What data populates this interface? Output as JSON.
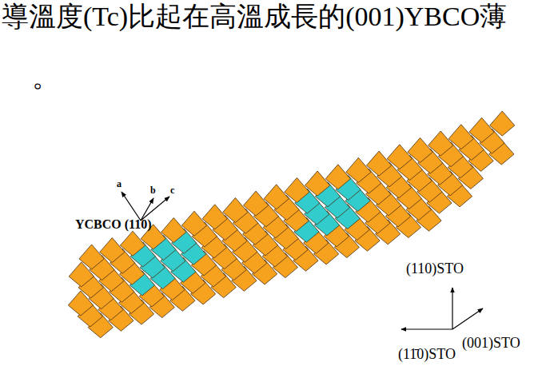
{
  "diagram": {
    "labels": [
      "導溫度(Tc)比起在高溫成長的(001)YBCO薄",
      "。",
      "a",
      "b",
      "c",
      "YCBCO (110)",
      "(110)STO",
      "(001)STO",
      "(11̄0)STO"
    ]
  }
}
